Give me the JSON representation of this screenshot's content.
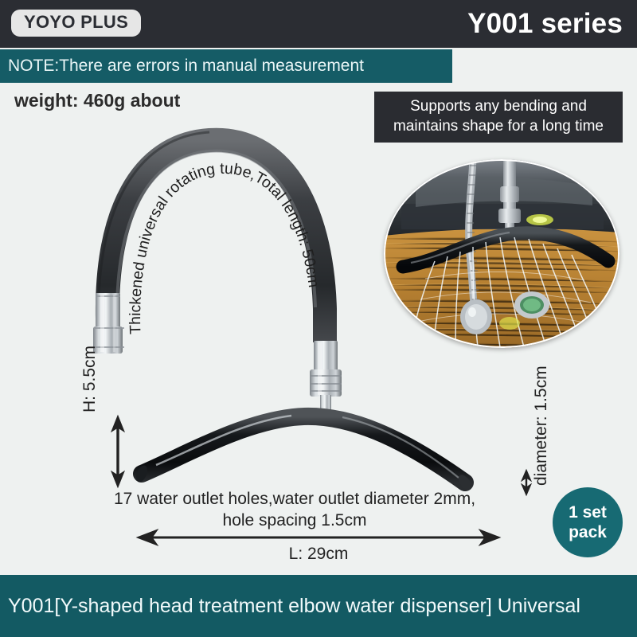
{
  "header": {
    "brand": "YOYO PLUS",
    "series": "Y001 series",
    "bar_color": "#2b2d33"
  },
  "note": {
    "text": "NOTE:There are errors in manual measurement",
    "color": "#155c66"
  },
  "weight": {
    "label": "weight: 460g about"
  },
  "callout": {
    "line1": "Supports any bending and",
    "line2": "maintains shape for a long time"
  },
  "hose": {
    "arc_caption": "Thickened universal rotating tube,Total length: 50cm"
  },
  "photo": {
    "alt": "sprayer-in-use-photo"
  },
  "dimensions": {
    "height": "H: 5.5cm",
    "length": "L: 29cm",
    "diameter": "diameter: 1.5cm"
  },
  "spec": {
    "line1": "17 water outlet holes,water outlet diameter 2mm,",
    "line2": "hole spacing 1.5cm"
  },
  "pack_badge": {
    "line1": "1 set",
    "line2": "pack",
    "color": "#176a73"
  },
  "footer": {
    "text": "Y001[Y-shaped head treatment elbow water dispenser] Universal",
    "color": "#135a63"
  }
}
